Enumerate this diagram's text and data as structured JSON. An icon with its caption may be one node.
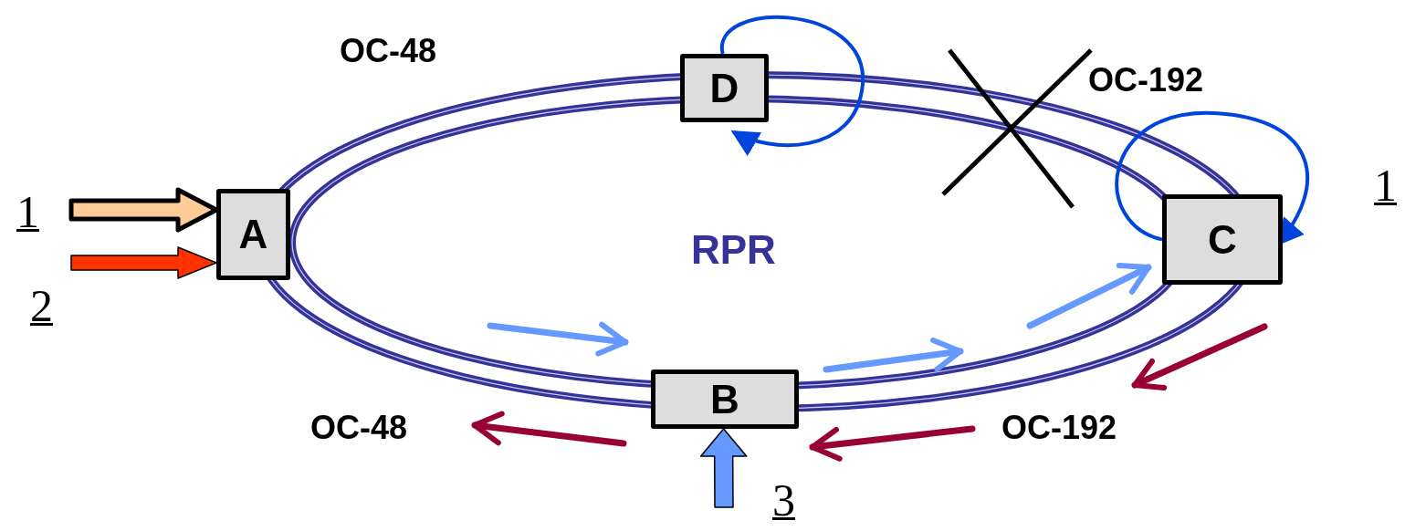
{
  "diagram": {
    "nodes": [
      {
        "text": [
          "A"
        ]
      },
      {
        "text": [
          "B"
        ]
      },
      {
        "text": [
          "C"
        ]
      },
      {
        "text": [
          "D"
        ]
      }
    ],
    "edges": [
      {
        "from": null,
        "to": 0,
        "arrow": "to",
        "color": "#ffcc99"
      },
      {
        "from": null,
        "to": 0,
        "arrow": "to",
        "color": "#ff3300"
      },
      {
        "from": null,
        "to": 1,
        "arrow": "to",
        "color": "#6699ff"
      },
      {
        "from": 2,
        "to": 2,
        "arrow": "to",
        "color": "#0044dd"
      },
      {
        "from": 3,
        "to": 3,
        "arrow": "to",
        "color": "#0044dd"
      }
    ],
    "labels": [
      "OC-48",
      "OC-192",
      "1",
      "1",
      "RPR",
      "2",
      "OC-48",
      "OC-192",
      "3"
    ]
  }
}
